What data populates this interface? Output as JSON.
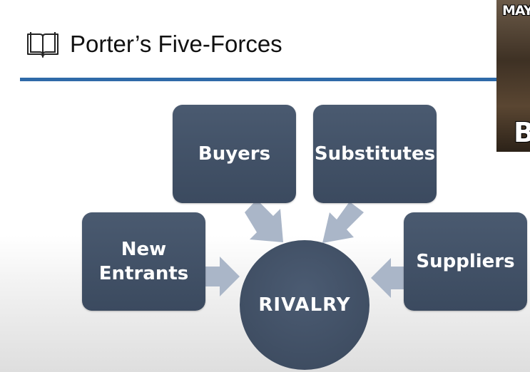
{
  "slide": {
    "title": "Porter’s Five-Forces",
    "title_icon": "open-book-icon",
    "rule_color": "#2f6aa8"
  },
  "diagram": {
    "center": "RIVALRY",
    "forces": {
      "buyers": "Buyers",
      "substitutes": "Substitutes",
      "new_entrants_line1": "New",
      "new_entrants_line2": "Entrants",
      "suppliers": "Suppliers"
    },
    "box_color": "#445469",
    "arrow_color": "#aab6c8"
  },
  "inset": {
    "top_text": "MAY",
    "bottom_text": "B"
  }
}
